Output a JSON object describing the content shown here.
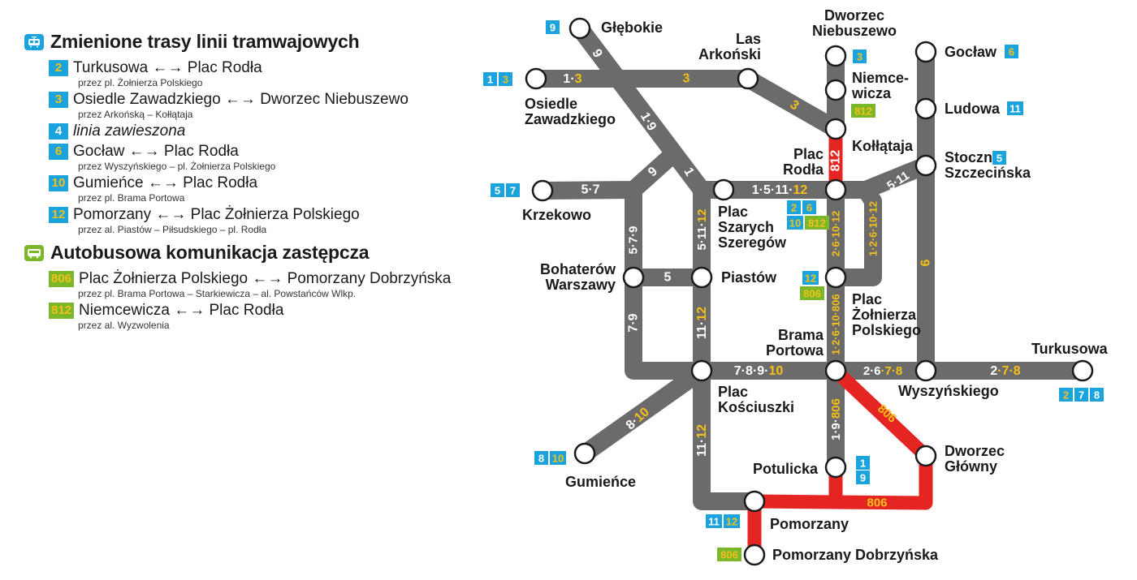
{
  "legend": {
    "tram_title": "Zmienione trasy linii tramwajowych",
    "bus_title": "Autobusowa komunikacja zastępcza",
    "tram_entries": [
      {
        "line": "2",
        "route": "Turkusowa ←→ Plac Rodła",
        "via": "przez pl. Żołnierza Polskiego"
      },
      {
        "line": "3",
        "route": "Osiedle Zawadzkiego ←→ Dworzec Niebuszewo",
        "via": "przez Arkońską – Kołłątaja"
      },
      {
        "line": "4",
        "route": "linia zawieszona",
        "via": ""
      },
      {
        "line": "6",
        "route": "Gocław ←→ Plac Rodła",
        "via": "przez Wyszyńskiego – pl. Żołnierza Polskiego"
      },
      {
        "line": "10",
        "route": "Gumieńce ←→ Plac Rodła",
        "via": "przez pl. Brama Portowa"
      },
      {
        "line": "12",
        "route": "Pomorzany ←→ Plac Żołnierza Polskiego",
        "via": "przez al. Piastów – Piłsudskiego – pl. Rodła"
      }
    ],
    "bus_entries": [
      {
        "line": "806",
        "route": "Plac Żołnierza Polskiego ←→ Pomorzany Dobrzyńska",
        "via": "przez pl. Brama Portowa – Starkiewicza – al. Powstańców Wlkp."
      },
      {
        "line": "812",
        "route": "Niemcewicza ←→ Plac Rodła",
        "via": "przez al. Wyzwolenia"
      }
    ]
  },
  "colors": {
    "track": "#6b6b6b",
    "bus_route": "#e52521",
    "tram_badge": "#1aa3dc",
    "bus_badge": "#7ab829",
    "changed_line": "#f5c01a"
  },
  "stops": {
    "glebokie": "Głębokie",
    "las_arkonski": [
      "Las",
      "Arkoński"
    ],
    "dworzec_niebuszewo": [
      "Dworzec",
      "Niebuszewo"
    ],
    "goclaw": "Gocław",
    "osiedle_zawadzkiego": [
      "Osiedle",
      "Zawadzkiego"
    ],
    "niemcewicza": [
      "Niemce-",
      "wicza"
    ],
    "ludowa": "Ludowa",
    "kollataja": "Kołłątaja",
    "plac_rodla": [
      "Plac",
      "Rodła"
    ],
    "stocznia": [
      "Stocznia",
      "Szczecińska"
    ],
    "krzekowo": "Krzekowo",
    "plac_szarych": [
      "Plac",
      "Szarych",
      "Szeregów"
    ],
    "bohaterow": [
      "Bohaterów",
      "Warszawy"
    ],
    "piastow": "Piastów",
    "plac_zolnierza": [
      "Plac",
      "Żołnierza",
      "Polskiego"
    ],
    "brama_portowa": [
      "Brama",
      "Portowa"
    ],
    "turkusowa": "Turkusowa",
    "plac_kosciuszki": [
      "Plac",
      "Kościuszki"
    ],
    "wyszynskiego": "Wyszyńskiego",
    "dworzec_glowny": [
      "Dworzec",
      "Główny"
    ],
    "gumience": "Gumieńce",
    "potulicka": "Potulicka",
    "pomorzany": "Pomorzany",
    "pomorzany_dobrzynska": "Pomorzany Dobrzyńska"
  },
  "segment_labels": {
    "glebokie_diag": "9",
    "osiedle_right": [
      "1·",
      "3"
    ],
    "osiedle_mid": "3",
    "arkonski_diag": "3",
    "diag_19": "1·9",
    "diag_9": "9",
    "diag_1": "1",
    "krzekowo": "5·7",
    "szarych_rodla": [
      "1·5·11·",
      "12"
    ],
    "rodla_red": "812",
    "stocznia_diag": "5·11",
    "vert_579": "5·7·9",
    "vert_511": [
      "5·11·",
      "12"
    ],
    "vert_rodla_zol": "2·6·10·12",
    "vert_loop": "1·2·6·10·12",
    "vert_6": "6",
    "bohaterow_piastow": "5",
    "vert_79": "7·9",
    "vert_1112": [
      "11·",
      "12"
    ],
    "vert_zol_brama": "1·2·6·10·806",
    "kosc_brama": [
      "7·8·9·",
      "10"
    ],
    "brama_wysz": [
      "2·6",
      "·7·8"
    ],
    "wysz_turk": [
      "2",
      "·7·8"
    ],
    "gumience_diag": [
      "8·",
      "10"
    ],
    "vert_kosc_pom": [
      "11·",
      "12"
    ],
    "vert_brama_pot": [
      "1·9·",
      "806"
    ],
    "brama_dw_diag": "806",
    "dw_pom": "806"
  },
  "stop_badges": {
    "glebokie": [
      {
        "t": "9",
        "k": "tram"
      }
    ],
    "osiedle": [
      {
        "t": "1",
        "k": "tram"
      },
      {
        "t": "3",
        "k": "tram"
      }
    ],
    "niebuszewo": [
      {
        "t": "3",
        "k": "tram"
      }
    ],
    "niemcewicza": [
      {
        "t": "812",
        "k": "bus"
      }
    ],
    "goclaw": [
      {
        "t": "6",
        "k": "tram"
      }
    ],
    "ludowa": [
      {
        "t": "11",
        "k": "tram"
      }
    ],
    "stocznia": [
      {
        "t": "5",
        "k": "tram"
      }
    ],
    "krzekowo": [
      {
        "t": "5",
        "k": "tram"
      },
      {
        "t": "7",
        "k": "tram"
      }
    ],
    "rodla_top": [
      {
        "t": "2",
        "k": "tram"
      },
      {
        "t": "6",
        "k": "tram"
      }
    ],
    "rodla_bottom": [
      {
        "t": "10",
        "k": "tram"
      },
      {
        "t": "812",
        "k": "bus"
      }
    ],
    "zolnierza_top": [
      {
        "t": "12",
        "k": "tram"
      }
    ],
    "zolnierza_bottom": [
      {
        "t": "806",
        "k": "bus"
      }
    ],
    "turkusowa": [
      {
        "t": "2",
        "k": "tram"
      },
      {
        "t": "7",
        "k": "tram"
      },
      {
        "t": "8",
        "k": "tram"
      }
    ],
    "gumience": [
      {
        "t": "8",
        "k": "tram"
      },
      {
        "t": "10",
        "k": "tram"
      }
    ],
    "potulicka_top": [
      {
        "t": "1",
        "k": "tram"
      }
    ],
    "potulicka_bottom": [
      {
        "t": "9",
        "k": "tram"
      }
    ],
    "pomorzany": [
      {
        "t": "11",
        "k": "tram"
      },
      {
        "t": "12",
        "k": "tram"
      }
    ],
    "dobrzynska": [
      {
        "t": "806",
        "k": "bus"
      }
    ]
  }
}
